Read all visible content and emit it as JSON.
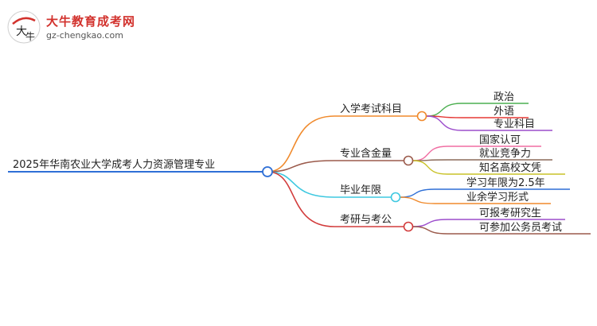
{
  "brand": {
    "name": "大牛教育成考网",
    "url": "gz-chengkao.com"
  },
  "mindmap": {
    "root": "2025年华南农业大学成考人力资源管理专业",
    "branches": [
      {
        "label": "入学考试科目",
        "color": "#f08a2c",
        "children": [
          {
            "label": "政治",
            "color": "#4caf50"
          },
          {
            "label": "外语",
            "color": "#e53935"
          },
          {
            "label": "专业科目",
            "color": "#9c4dcc"
          }
        ]
      },
      {
        "label": "专业含金量",
        "color": "#9b5a4b",
        "children": [
          {
            "label": "国家认可",
            "color": "#f06fa3"
          },
          {
            "label": "就业竞争力",
            "color": "#8b6a5a"
          },
          {
            "label": "知名高校文凭",
            "color": "#c9c228"
          }
        ]
      },
      {
        "label": "毕业年限",
        "color": "#3ec8e0",
        "children": [
          {
            "label": "学习年限为2.5年",
            "color": "#2e6fd6"
          },
          {
            "label": "业余学习形式",
            "color": "#f08a2c"
          }
        ]
      },
      {
        "label": "考研与考公",
        "color": "#d23b3b",
        "children": [
          {
            "label": "可报考研究生",
            "color": "#9c4dcc"
          },
          {
            "label": "可参加公务员考试",
            "color": "#9b5a4b"
          }
        ]
      }
    ]
  }
}
